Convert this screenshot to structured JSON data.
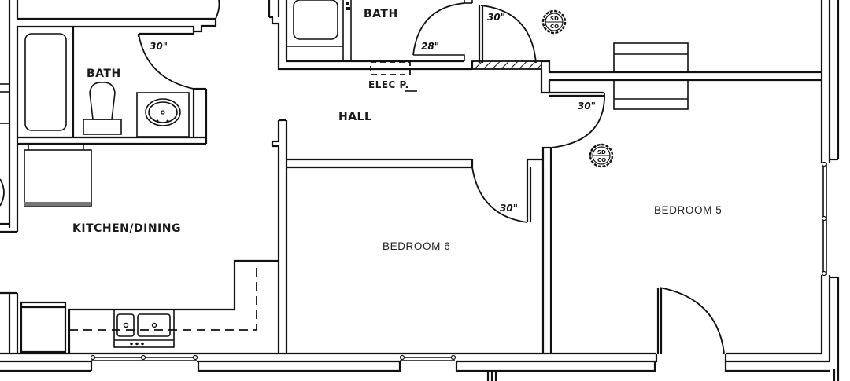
{
  "plan": {
    "rooms": {
      "bath_left": "BATH",
      "bath_top": "BATH",
      "hall": "HALL",
      "kitchen_dining": "KITCHEN/DINING",
      "bedroom_6": "BEDROOM 6",
      "bedroom_5": "BEDROOM 5"
    },
    "labels": {
      "elec_panel": "ELEC P."
    },
    "doors": {
      "bath_left_door": "30\"",
      "bath_top_door": "28\"",
      "closet_door": "30\"",
      "bedroom5_door": "30\"",
      "bedroom6_door": "30\""
    },
    "smoke_detectors": {
      "top": {
        "line1": "SD",
        "line2": "CO"
      },
      "bedroom5": {
        "line1": "SD",
        "line2": "CO"
      }
    }
  }
}
